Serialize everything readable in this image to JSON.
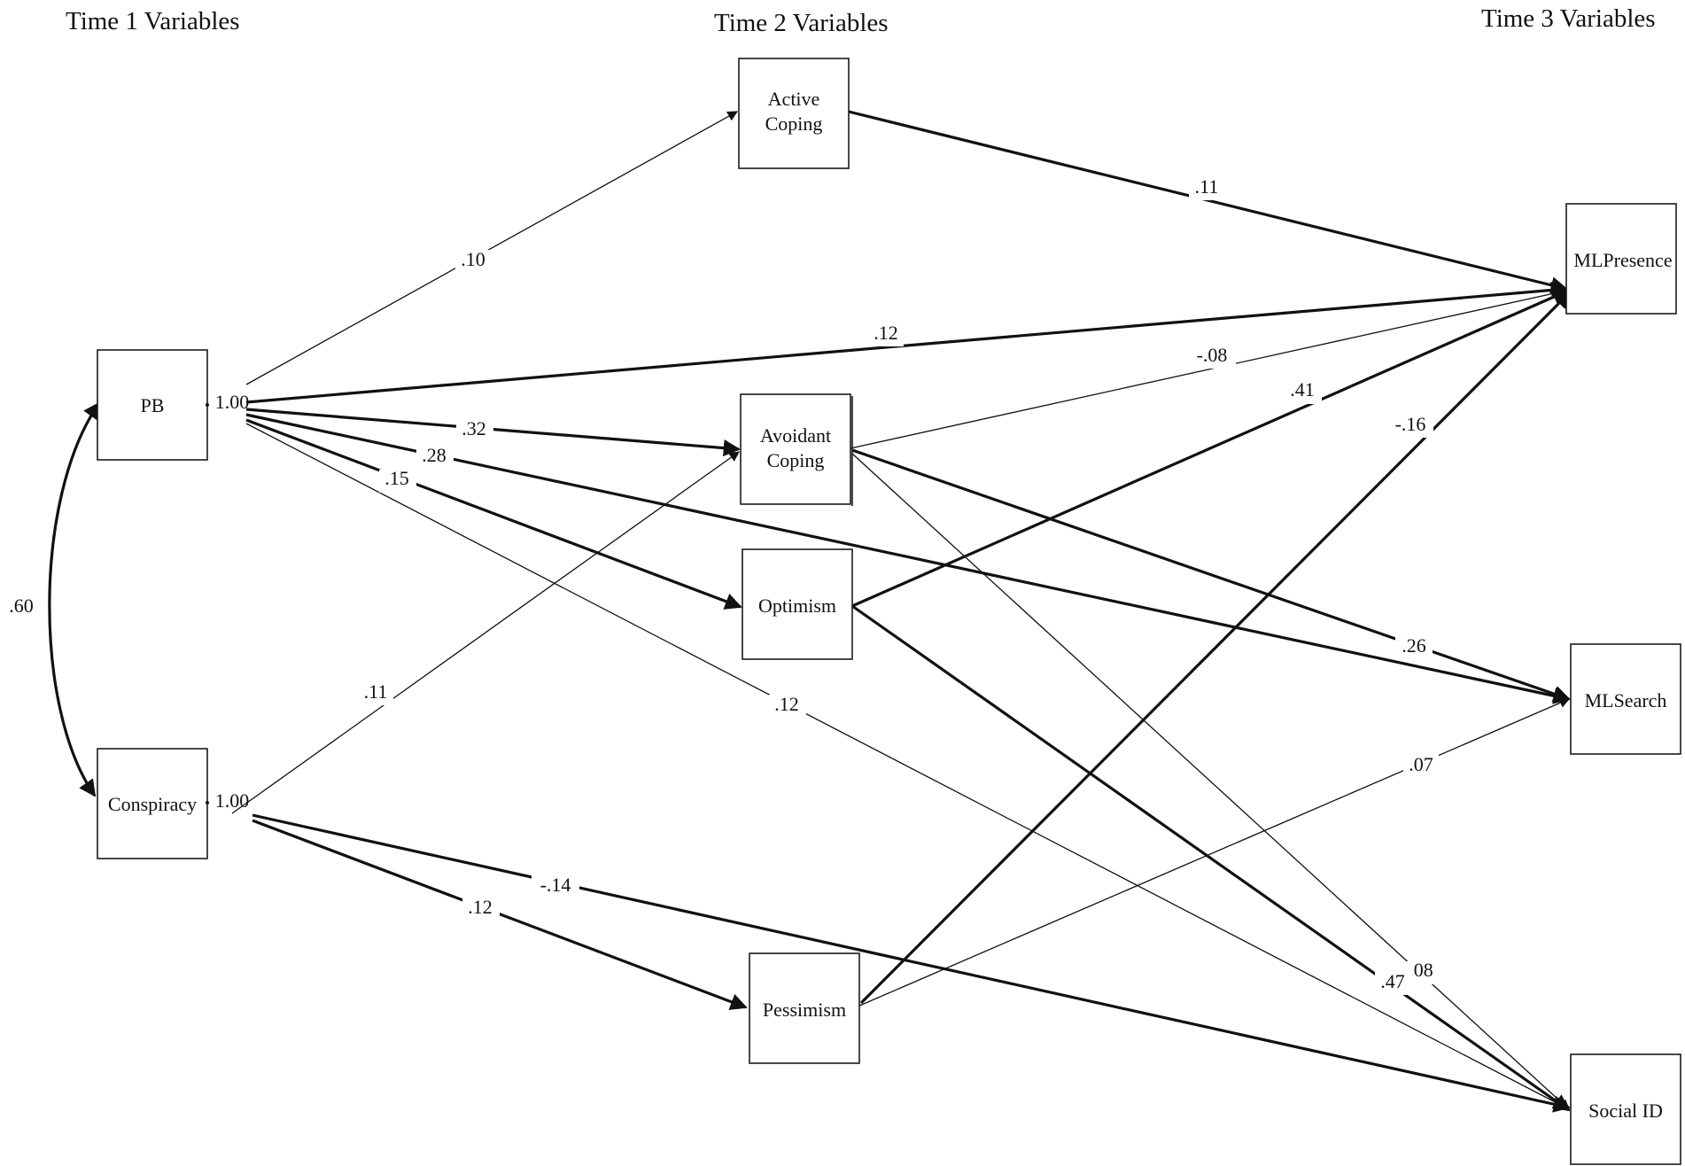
{
  "headers": {
    "time1": "Time 1 Variables",
    "time2": "Time 2 Variables",
    "time3": "Time 3 Variables"
  },
  "nodes": {
    "pb": "PB",
    "conspiracy": "Conspiracy",
    "active_coping_1": "Active",
    "active_coping_2": "Coping",
    "avoidant_coping_1": "Avoidant",
    "avoidant_coping_2": "Coping",
    "optimism": "Optimism",
    "pessimism": "Pessimism",
    "ml_presence": "MLPresence",
    "ml_search": "MLSearch",
    "social_id": "Social ID"
  },
  "fixed_loadings": {
    "pb": "1.00",
    "conspiracy": "1.00"
  },
  "coefficients": {
    "pb_conspiracy": ".60",
    "pb_active": ".10",
    "pb_presence": ".12",
    "pb_avoidant": ".32",
    "pb_search": ".28",
    "pb_optimism": ".15",
    "pb_social": ".12",
    "consp_avoidant": ".11",
    "consp_pessimism": ".12",
    "consp_social": "-.14",
    "active_presence": ".11",
    "avoidant_presence": "-.08",
    "avoidant_search": ".26",
    "avoidant_social": ".08",
    "optimism_presence": ".41",
    "optimism_social": ".47",
    "pessimism_presence": "-.16",
    "pessimism_search": ".07"
  }
}
